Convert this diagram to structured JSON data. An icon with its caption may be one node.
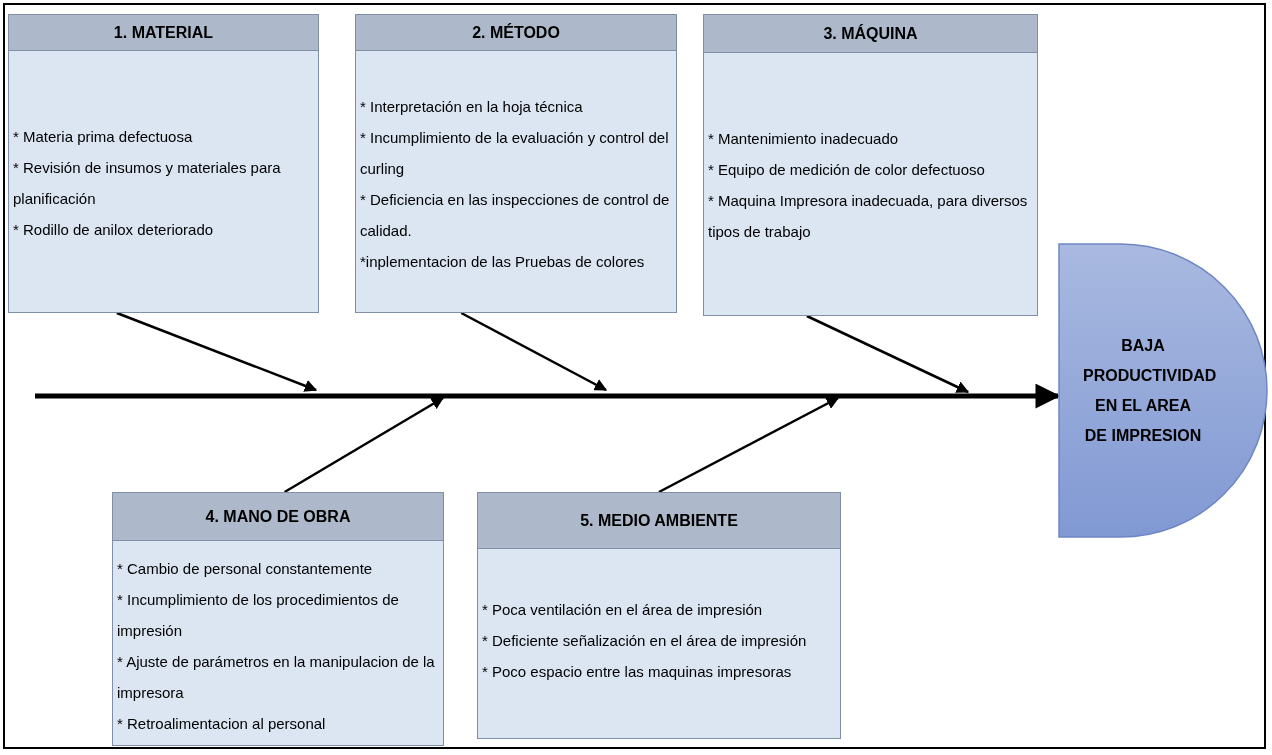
{
  "diagram": {
    "nodes": [
      {
        "text": [
          "1. MATERIAL",
          "* Materia prima defectuosa",
          "* Revisión de insumos y materiales para planificación",
          "* Rodillo de anilox deteriorado"
        ]
      },
      {
        "text": [
          "2. MÉTODO",
          "*  Interpretación en la hoja técnica",
          "* Incumplimiento de la evaluación y control del curling",
          "* Deficiencia en las inspecciones de control de calidad.",
          "*inplementacion de las Pruebas de colores"
        ]
      },
      {
        "text": [
          "3. MÁQUINA",
          "* Mantenimiento inadecuado",
          "* Equipo de medición de color defectuoso",
          "* Maquina Impresora inadecuada, para diversos tipos de trabajo"
        ]
      },
      {
        "text": [
          "4. MANO DE OBRA",
          "* Cambio de personal constantemente",
          "* Incumplimiento de los procedimientos de impresión",
          "* Ajuste de parámetros en la manipulacion de la impresora",
          "* Retroalimentacion al personal"
        ]
      },
      {
        "text": [
          "5. MEDIO AMBIENTE",
          "* Poca ventilación en el área de impresión",
          "* Deficiente señalización en el área de impresión",
          "* Poco espacio entre las maquinas impresoras"
        ]
      },
      {
        "text": [
          "BAJA PRODUCTIVIDAD EN EL AREA DE IMPRESION"
        ]
      }
    ],
    "edges": [
      {
        "from": null,
        "to": 5,
        "arrow": "to",
        "style": "thick"
      },
      {
        "from": 0,
        "to": null,
        "arrow": "to"
      },
      {
        "from": 1,
        "to": null,
        "arrow": "to"
      },
      {
        "from": 2,
        "to": null,
        "arrow": "to"
      },
      {
        "from": 3,
        "to": null,
        "arrow": "to"
      },
      {
        "from": 4,
        "to": null,
        "arrow": "to"
      }
    ]
  }
}
